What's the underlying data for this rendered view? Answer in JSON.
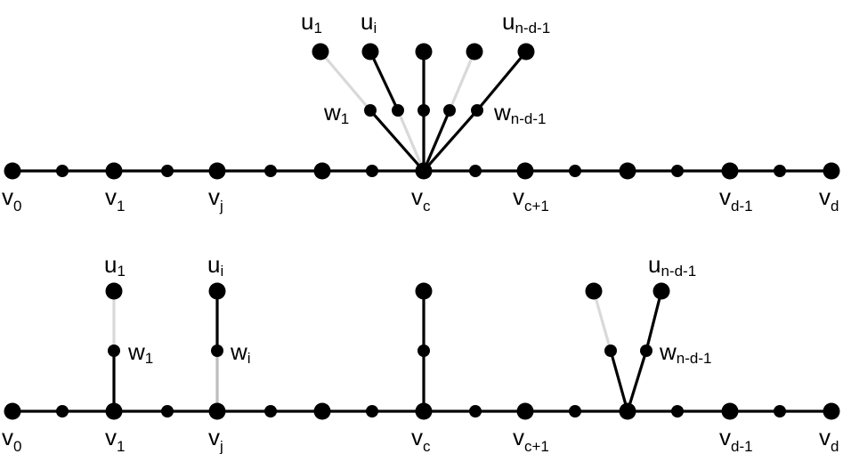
{
  "colors": {
    "edge": "#000000",
    "edge_light": "#d9d9d9",
    "edge_mid": "#bdbdbd",
    "node": "#000000",
    "background": "#ffffff"
  },
  "top_diagram": {
    "labels": {
      "v0": {
        "base": "v",
        "sub": "0"
      },
      "v1": {
        "base": "v",
        "sub": "1"
      },
      "vj": {
        "base": "v",
        "sub": "j"
      },
      "vc": {
        "base": "v",
        "sub": "c"
      },
      "vc1": {
        "base": "v",
        "sub": "c+1"
      },
      "vd1": {
        "base": "v",
        "sub": "d-1"
      },
      "vd": {
        "base": "v",
        "sub": "d"
      },
      "u1": {
        "base": "u",
        "sub": "1"
      },
      "ui": {
        "base": "u",
        "sub": "i"
      },
      "und1": {
        "base": "u",
        "sub": "n-d-1"
      },
      "w1": {
        "base": "w",
        "sub": "1"
      },
      "wnd1": {
        "base": "w",
        "sub": "n-d-1"
      }
    }
  },
  "bottom_diagram": {
    "labels": {
      "v0": {
        "base": "v",
        "sub": "0"
      },
      "v1": {
        "base": "v",
        "sub": "1"
      },
      "vj": {
        "base": "v",
        "sub": "j"
      },
      "vc": {
        "base": "v",
        "sub": "c"
      },
      "vc1": {
        "base": "v",
        "sub": "c+1"
      },
      "vd1": {
        "base": "v",
        "sub": "d-1"
      },
      "vd": {
        "base": "v",
        "sub": "d"
      },
      "u1": {
        "base": "u",
        "sub": "1"
      },
      "ui": {
        "base": "u",
        "sub": "i"
      },
      "und1": {
        "base": "u",
        "sub": "n-d-1"
      },
      "w1": {
        "base": "w",
        "sub": "1"
      },
      "wi": {
        "base": "w",
        "sub": "i"
      },
      "wnd1": {
        "base": "w",
        "sub": "n-d-1"
      }
    }
  }
}
